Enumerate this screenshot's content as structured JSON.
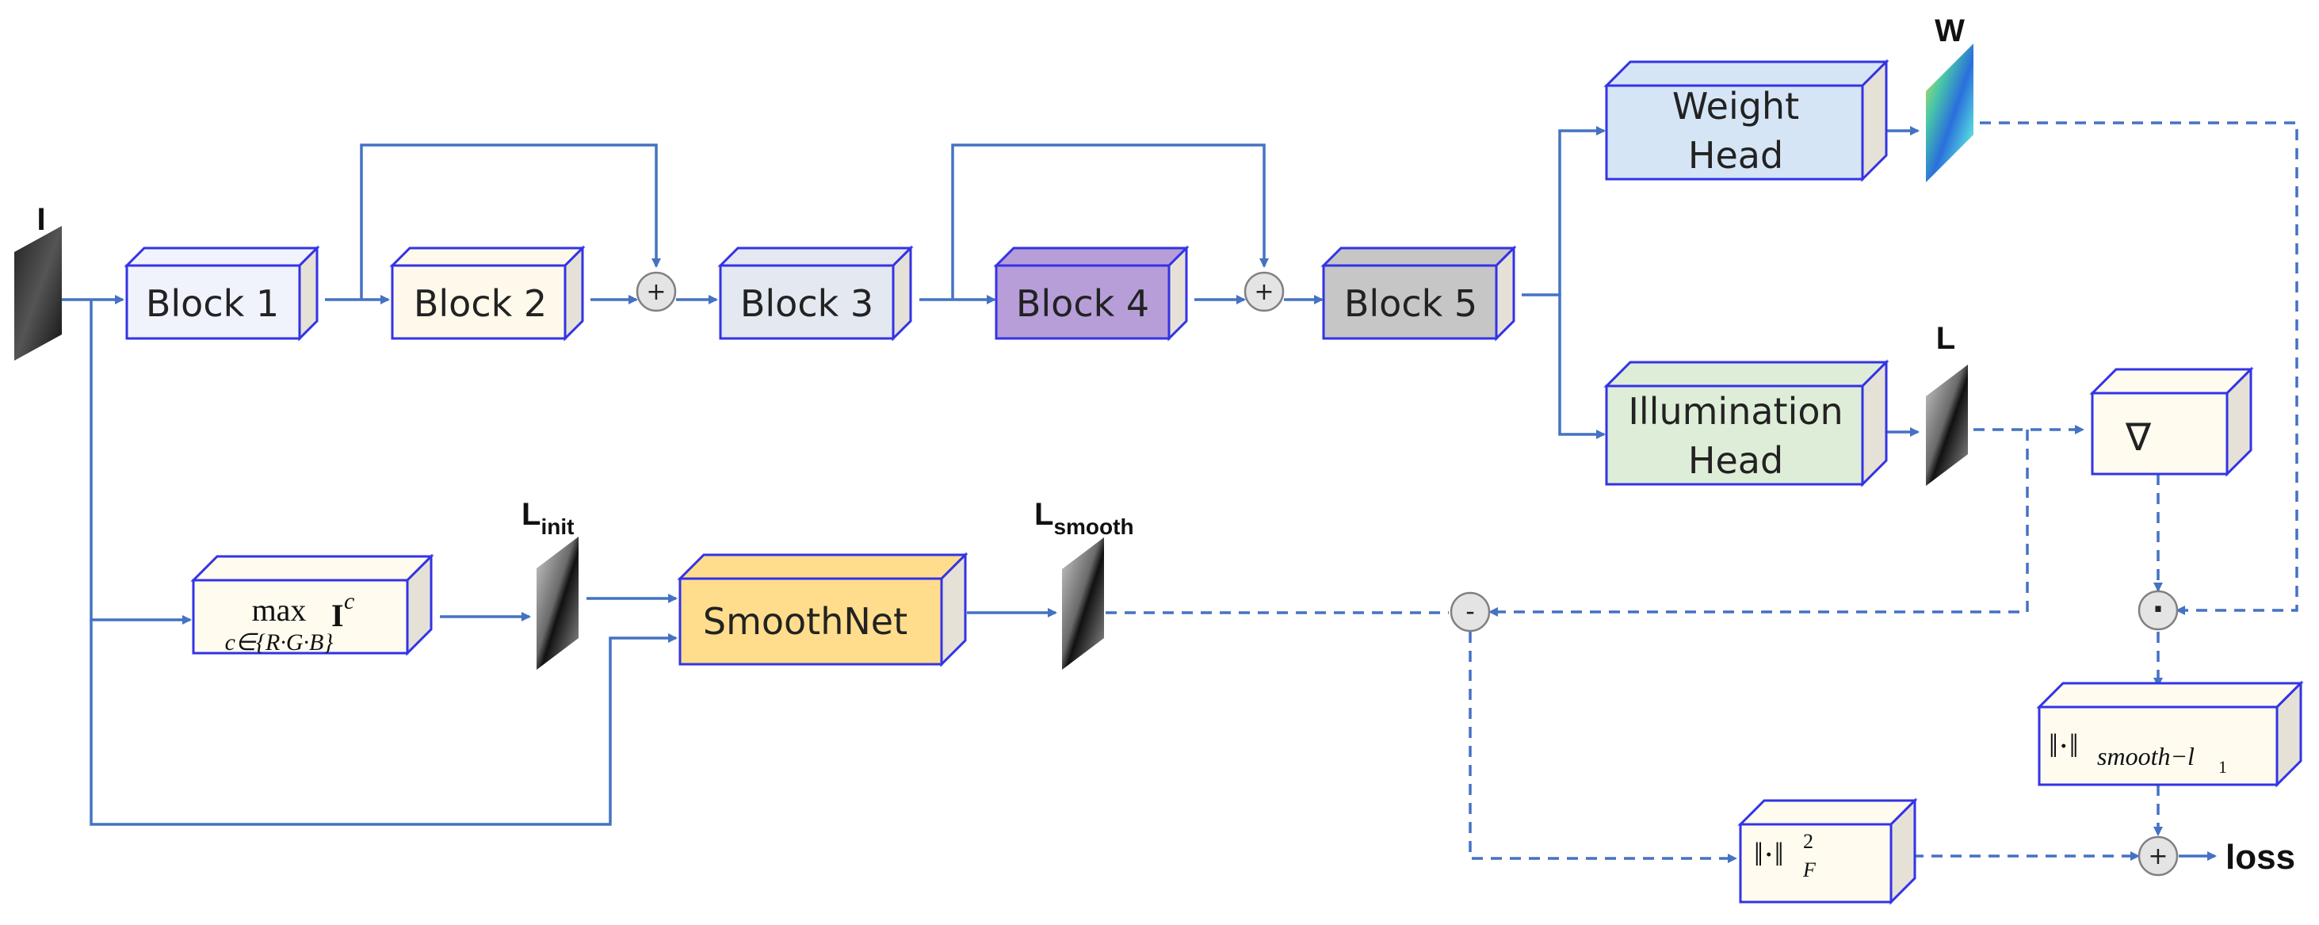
{
  "nodes": {
    "input_I": "I",
    "block1": "Block 1",
    "block2": "Block 2",
    "block3": "Block 3",
    "block4": "Block 4",
    "block5": "Block 5",
    "weight_head_line1": "Weight",
    "weight_head_line2": "Head",
    "illum_head_line1": "Illumination",
    "illum_head_line2": "Head",
    "W": "W",
    "L": "L",
    "L_init_main": "L",
    "L_init_sub": "init",
    "L_smooth_main": "L",
    "L_smooth_sub": "smooth",
    "max_op_word": "max",
    "max_op_sub": "c∈{R·G·B}",
    "max_op_I": "I",
    "max_op_sup": "c",
    "smoothnet": "SmoothNet",
    "grad": "∇",
    "norm_smooth_bars": "‖·‖",
    "norm_smooth_sub": "smooth−l",
    "norm_smooth_subsub": "1",
    "norm_f_bars": "‖·‖",
    "norm_f_sup": "2",
    "norm_f_sub": "F",
    "plus": "+",
    "minus": "-",
    "dot": "·",
    "loss": "loss"
  },
  "colors": {
    "line": "#4472C4",
    "box_border": "#3333E6",
    "block1": "#F0F3FC",
    "block2": "#FEF9EA",
    "block3": "#E4E8F0",
    "block4": "#B79ED8",
    "block5": "#C6C6C6",
    "weight_head": "#D6E5F5",
    "illum_head": "#DEEDD7",
    "smoothnet": "#FFDD8C",
    "op_box": "#FFFCEF"
  }
}
